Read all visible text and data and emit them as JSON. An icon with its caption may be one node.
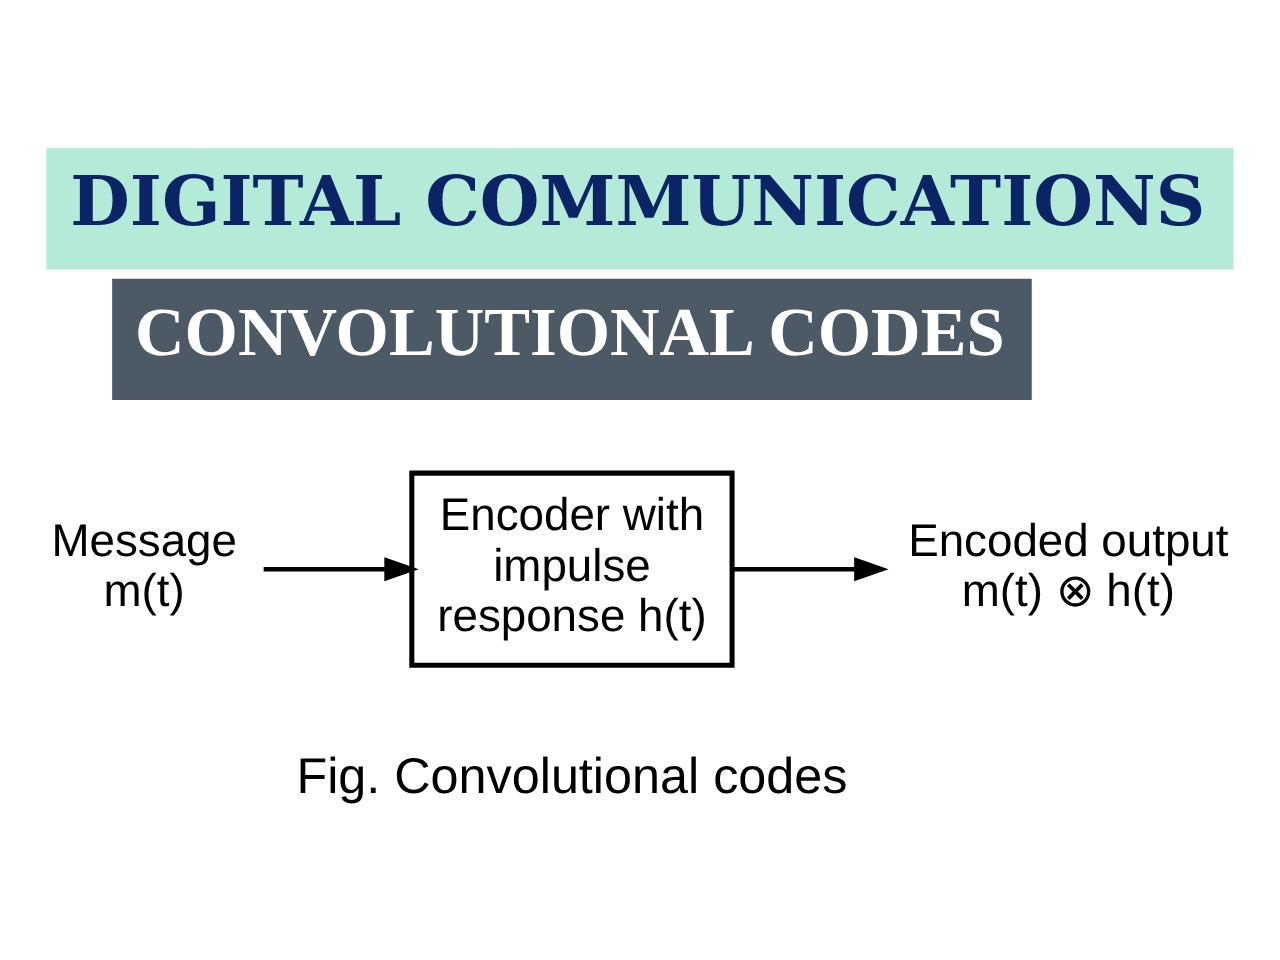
{
  "diagram": {
    "title": "DIGITAL COMMUNICATIONS",
    "caption": "Fig. Convolutional codes",
    "nodes": [
      {
        "text": [
          "Message m(t)"
        ]
      },
      {
        "text": [
          "Encoder with impulse response h(t)"
        ]
      },
      {
        "text": [
          "Encoded output m(t) ⊗ h(t)"
        ]
      }
    ],
    "edges": [
      {
        "from": 0,
        "to": 1,
        "arrow": "to"
      },
      {
        "from": 1,
        "to": 2,
        "arrow": "to"
      }
    ],
    "labels": [
      "CONVOLUTIONAL CODES"
    ]
  }
}
